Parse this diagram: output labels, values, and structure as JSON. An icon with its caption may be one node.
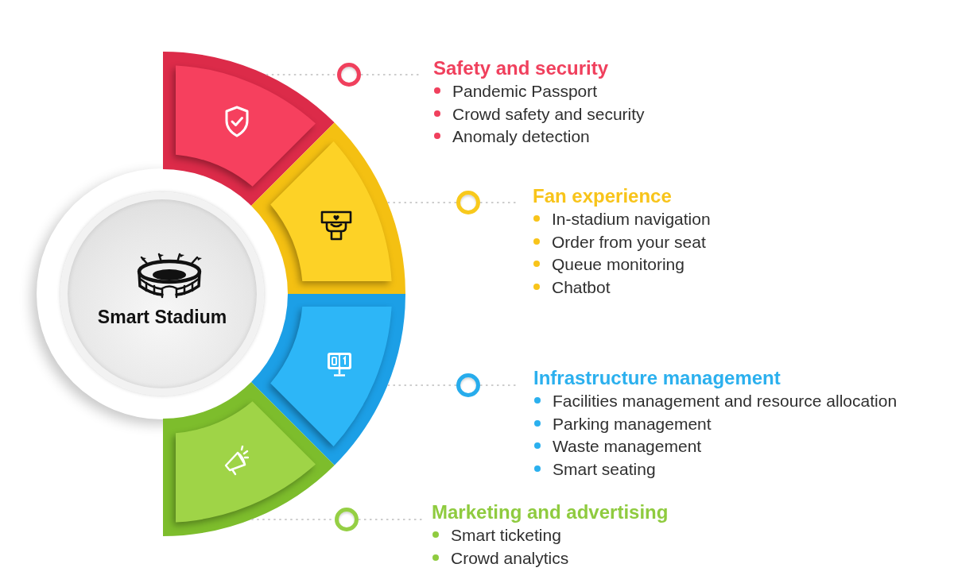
{
  "diagram": {
    "nodes": [
      {
        "text": [
          "Smart Stadium"
        ]
      },
      {
        "text": [],
        "shape": "sector"
      },
      {
        "text": [],
        "shape": "circle"
      },
      {
        "text": [
          "Safety and security",
          "Pandemic Passport",
          "Crowd safety and security",
          "Anomaly detection"
        ]
      },
      {
        "text": [],
        "shape": "sector"
      },
      {
        "text": [],
        "shape": "circle"
      },
      {
        "text": [
          "Fan experience",
          "In-stadium navigation",
          "Order from your seat",
          "Queue monitoring",
          "Chatbot"
        ]
      },
      {
        "text": [],
        "shape": "sector"
      },
      {
        "text": [],
        "shape": "circle"
      },
      {
        "text": [
          "Infrastructure management",
          "Facilities management and resource allocation",
          "Parking management",
          "Waste management",
          "Smart seating"
        ]
      },
      {
        "text": [],
        "shape": "sector"
      },
      {
        "text": [],
        "shape": "circle"
      },
      {
        "text": [
          "Marketing and advertising",
          "Smart ticketing",
          "Crowd analytics"
        ]
      }
    ],
    "edges": [
      {
        "from": 1,
        "to": 2,
        "arrow": "none",
        "style": "dashed"
      },
      {
        "from": 2,
        "to": 3,
        "arrow": "none",
        "style": "dashed"
      },
      {
        "from": 4,
        "to": 5,
        "arrow": "none",
        "style": "dashed"
      },
      {
        "from": 5,
        "to": 6,
        "arrow": "none",
        "style": "dashed"
      },
      {
        "from": 7,
        "to": 8,
        "arrow": "none",
        "style": "dashed"
      },
      {
        "from": 8,
        "to": 9,
        "arrow": "none",
        "style": "dashed"
      },
      {
        "from": 10,
        "to": 11,
        "arrow": "none",
        "style": "dashed"
      },
      {
        "from": 11,
        "to": 12,
        "arrow": "none",
        "style": "dashed"
      }
    ]
  }
}
